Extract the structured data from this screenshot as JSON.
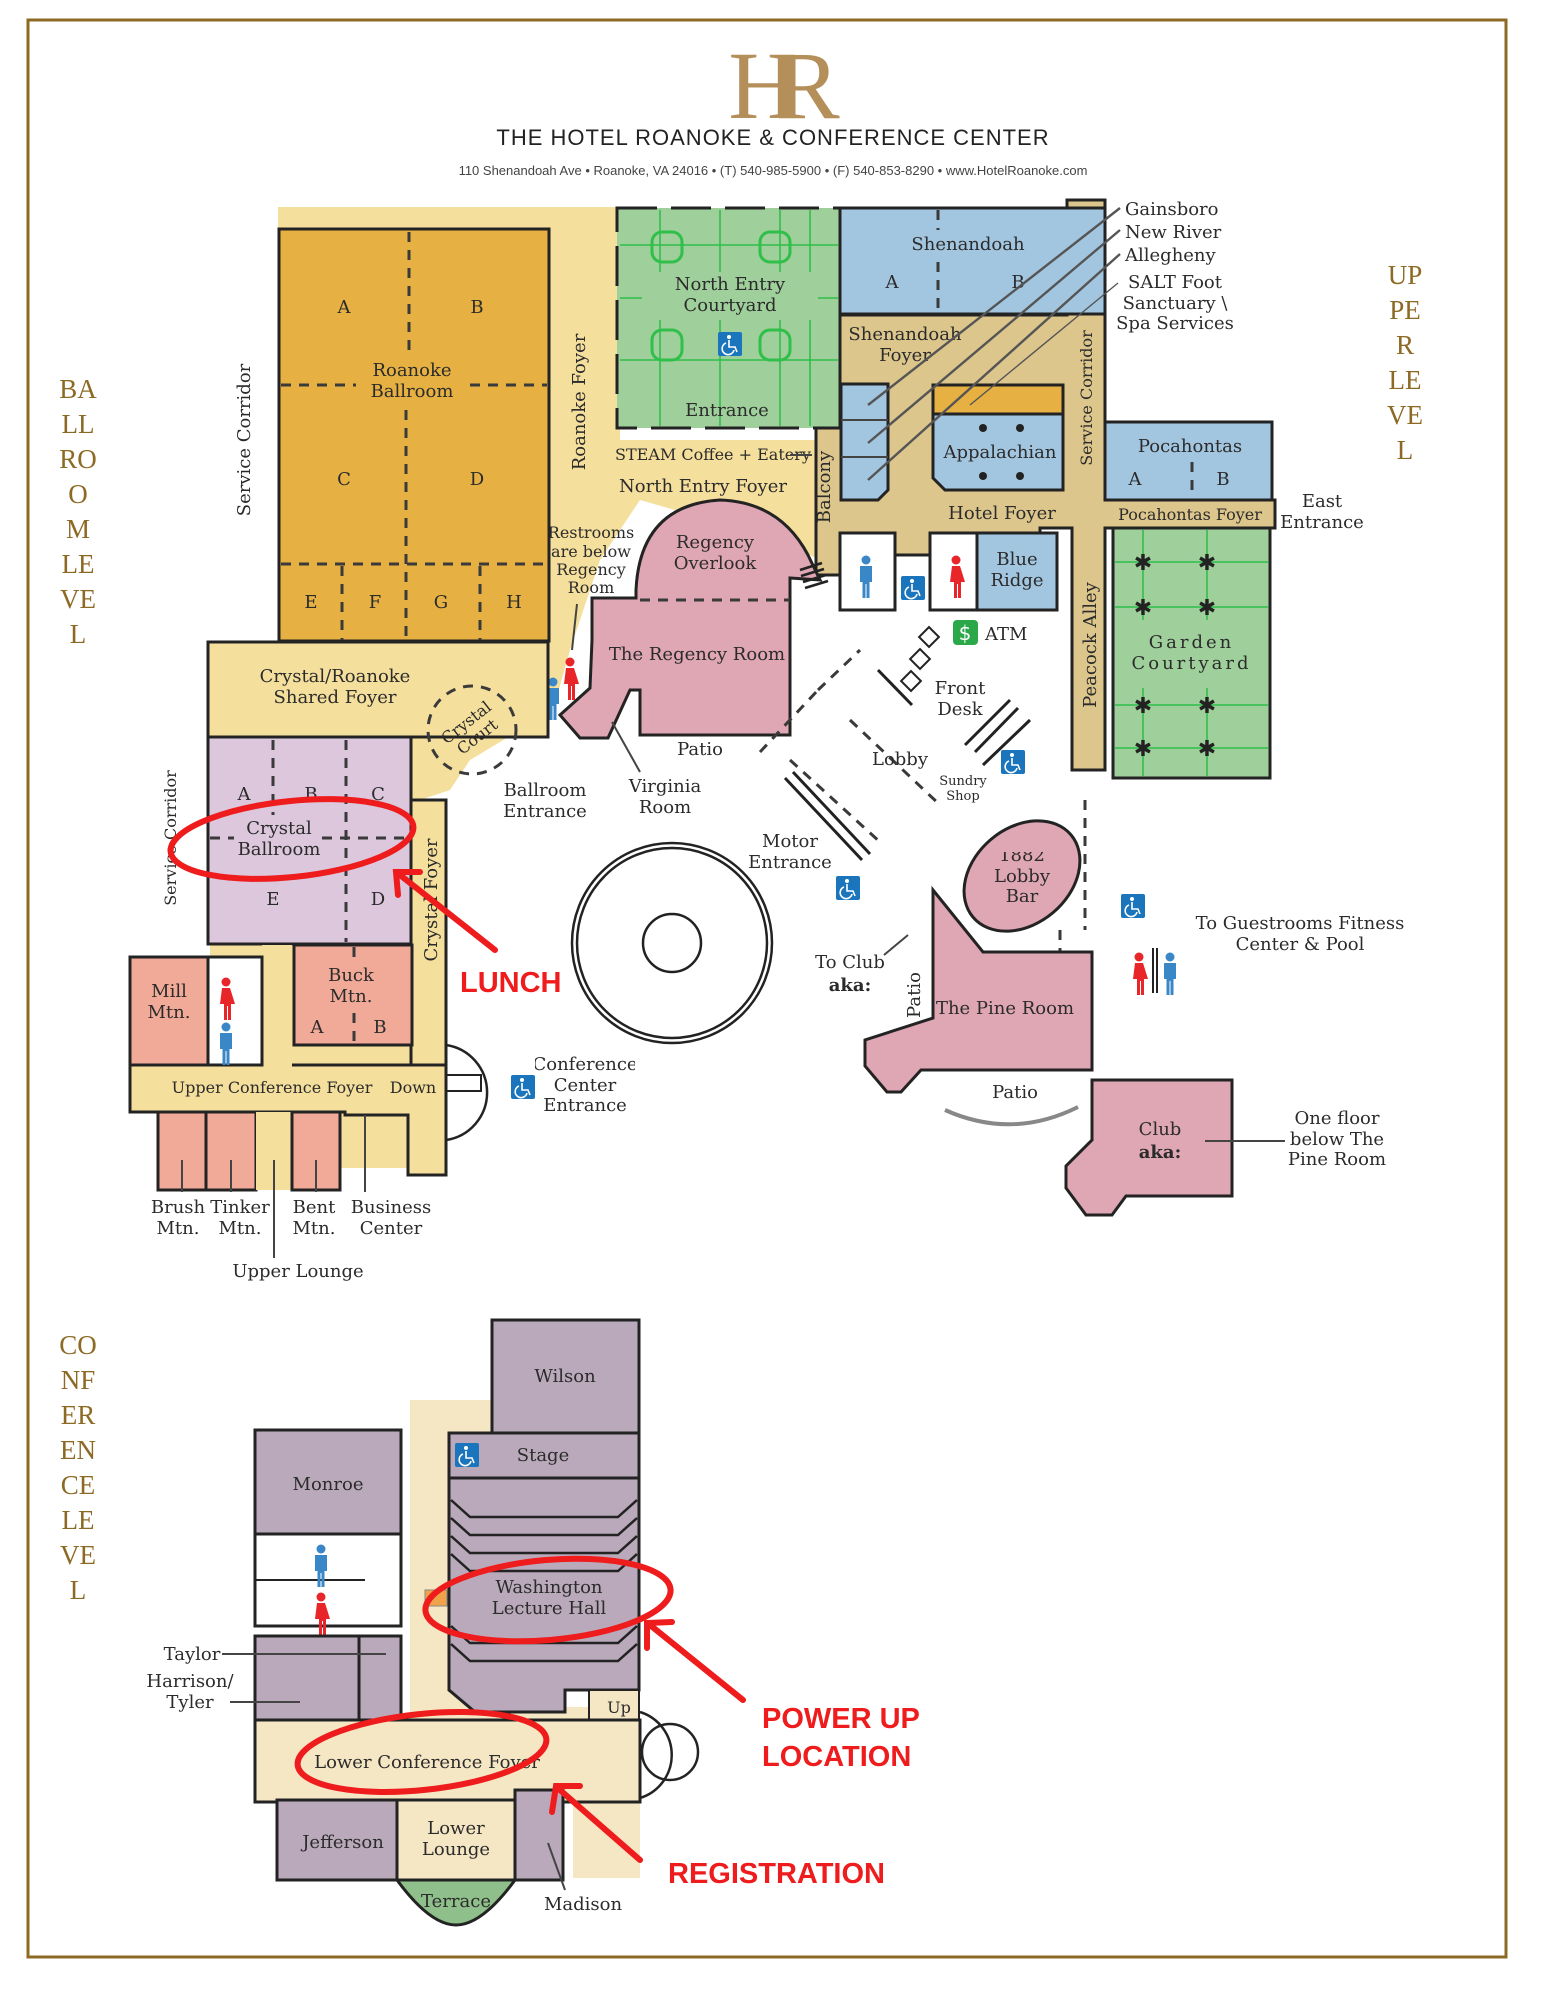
{
  "header": {
    "title": "THE HOTEL ROANOKE & CONFERENCE CENTER",
    "logo_text": "HR",
    "address_line": "110 Shenandoah Ave • Roanoke, VA 24016 • (T) 540-985-5900 • (F) 540-853-8290 • www.HotelRoanoke.com"
  },
  "level_labels": {
    "ballroom": "BALLROOM LEVEL",
    "upper": "UPPER LEVEL",
    "conference": "CONFERENCE LEVEL"
  },
  "colors": {
    "frame_gold": "#8c6a24",
    "foyer_yellow": "#f5df9c",
    "ballroom_orange": "#e6b142",
    "courtyard_green": "#9fcf9a",
    "meeting_blue": "#a3c6e0",
    "hotel_foyer_tan": "#dcc68c",
    "regency_pink": "#dfa6b4",
    "crystal_lilac": "#dcc7dc",
    "salmon": "#f2aa98",
    "conference_purple": "#baa9bb",
    "conference_foyer": "#f5e6c4",
    "annotation_red": "#ee1c1c",
    "accessible_blue": "#1b75bc",
    "men_blue": "#3a87c8",
    "women_red": "#e8262a",
    "atm_green": "#2aa84a"
  },
  "ballroom_level": {
    "roanoke_ballroom": {
      "name": "Roanoke Ballroom",
      "sections": [
        "A",
        "B",
        "C",
        "D",
        "E",
        "F",
        "G",
        "H"
      ]
    },
    "roanoke_foyer": "Roanoke Foyer",
    "service_corridor": "Service Corridor",
    "restrooms_note": "Restrooms are below Regency Room",
    "shared_foyer": "Crystal/Roanoke Shared Foyer",
    "crystal_court": "Crystal Court",
    "crystal_ballroom": {
      "name": "Crystal Ballroom",
      "sections": [
        "A",
        "B",
        "C",
        "D",
        "E"
      ]
    },
    "crystal_foyer": "Crystal Foyer",
    "service_corridor_2": "Service Corridor",
    "ballroom_entrance": "Ballroom Entrance",
    "mill_mtn": "Mill Mtn.",
    "buck_mtn": {
      "name": "Buck Mtn.",
      "sections": [
        "A",
        "B"
      ]
    },
    "upper_conference_foyer": "Upper Conference Foyer",
    "down": "Down",
    "brush_mtn": "Brush Mtn.",
    "tinker_mtn": "Tinker Mtn.",
    "bent_mtn": "Bent Mtn.",
    "business_center": "Business Center",
    "upper_lounge": "Upper Lounge",
    "conference_center_entrance": "Conference Center Entrance"
  },
  "upper_level": {
    "north_entry_courtyard": "North Entry Courtyard",
    "entrance": "Entrance",
    "steam": "STEAM Coffee + Eatery",
    "north_entry_foyer": "North Entry Foyer",
    "balcony": "Balcony",
    "shenandoah": {
      "name": "Shenandoah",
      "sections": [
        "A",
        "B"
      ]
    },
    "shenandoah_foyer": "Shenandoah Foyer",
    "callouts": [
      "Gainsboro",
      "New River",
      "Allegheny",
      "SALT Foot Sanctuary \\ Spa Services"
    ],
    "appalachian": "Appalachian",
    "service_corridor": "Service Corridor",
    "pocahontas": {
      "name": "Pocahontas",
      "sections": [
        "A",
        "B"
      ]
    },
    "pocahontas_foyer": "Pocahontas Foyer",
    "east_entrance": "East Entrance",
    "hotel_foyer": "Hotel Foyer",
    "blue_ridge": "Blue Ridge",
    "atm": "ATM",
    "atm_symbol": "$",
    "peacock_alley": "Peacock Alley",
    "garden_courtyard": "Garden Courtyard",
    "regency_overlook": "Regency Overlook",
    "regency_room": "The Regency Room",
    "virginia_room": "Virginia Room",
    "patio": "Patio",
    "front_desk": "Front Desk",
    "lobby": "Lobby",
    "sundry_shop": "Sundry Shop",
    "motor_entrance": "Motor Entrance",
    "lobby_bar": "1882 Lobby Bar",
    "to_guestrooms": "To Guestrooms Fitness Center & Pool",
    "to_club": "To Club",
    "aka": "aka:",
    "pine_room": "The Pine Room",
    "patio_2": "Patio",
    "patio_3": "Patio",
    "club": "Club",
    "club_aka": "aka:",
    "club_note": "One floor below The Pine Room"
  },
  "conference_level": {
    "wilson": "Wilson",
    "stage": "Stage",
    "monroe": "Monroe",
    "washington": "Washington Lecture Hall",
    "taylor": "Taylor",
    "harrison_tyler": "Harrison/ Tyler",
    "up": "Up",
    "lower_conference_foyer": "Lower Conference Foyer",
    "jefferson": "Jefferson",
    "lower_lounge": "Lower Lounge",
    "terrace": "Terrace",
    "madison": "Madison"
  },
  "annotations": {
    "lunch": "LUNCH",
    "power_up_line1": "POWER UP",
    "power_up_line2": "LOCATION",
    "registration": "REGISTRATION"
  }
}
